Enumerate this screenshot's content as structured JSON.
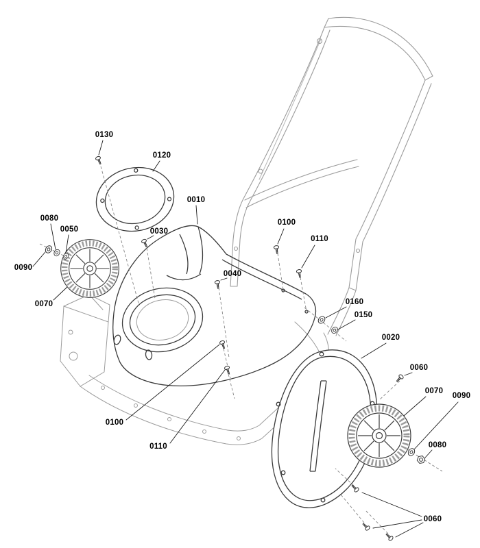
{
  "page": {
    "background_color": "#ffffff"
  },
  "diagram": {
    "kind": "exploded-parts-diagram",
    "line_color_dark": "#3a3a3a",
    "line_color_light": "#9b9b9b",
    "dash_color": "#777777",
    "label_color": "#000000",
    "unique_part_numbers": [
      "0010",
      "0020",
      "0030",
      "0040",
      "0050",
      "0060",
      "0070",
      "0080",
      "0090",
      "0100",
      "0110",
      "0120",
      "0130",
      "0150",
      "0160"
    ],
    "labels": [
      {
        "text": "0130"
      },
      {
        "text": "0120"
      },
      {
        "text": "0010"
      },
      {
        "text": "0080"
      },
      {
        "text": "0050"
      },
      {
        "text": "0030"
      },
      {
        "text": "0100"
      },
      {
        "text": "0110"
      },
      {
        "text": "0090"
      },
      {
        "text": "0040"
      },
      {
        "text": "0070"
      },
      {
        "text": "0160"
      },
      {
        "text": "0150"
      },
      {
        "text": "0020"
      },
      {
        "text": "0060"
      },
      {
        "text": "0070"
      },
      {
        "text": "0090"
      },
      {
        "text": "0080"
      },
      {
        "text": "0100"
      },
      {
        "text": "0110"
      },
      {
        "text": "0060"
      }
    ]
  }
}
